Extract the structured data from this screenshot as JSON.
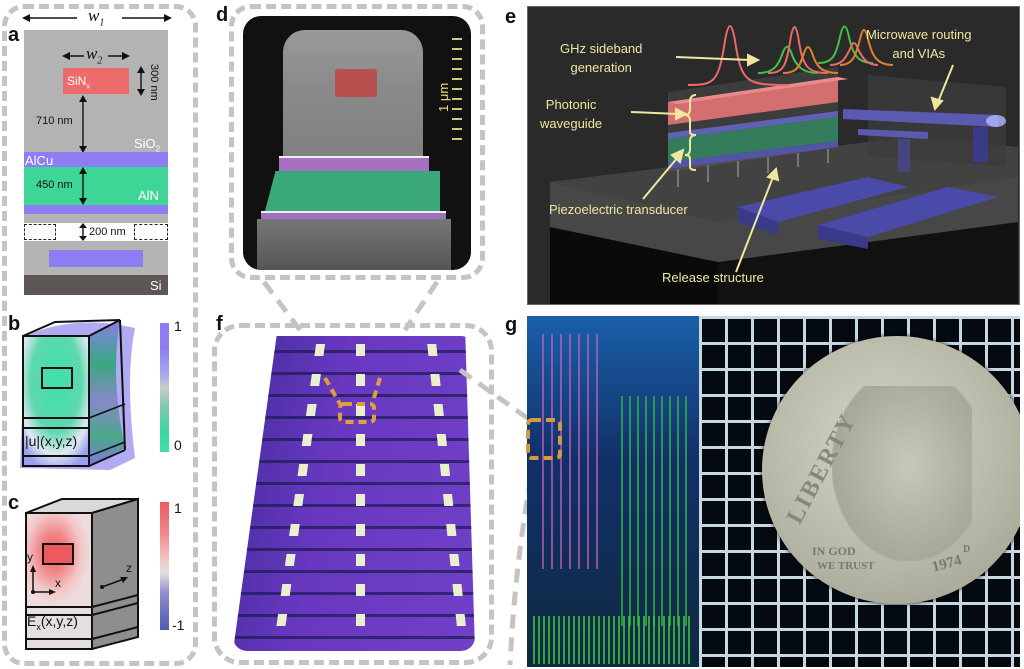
{
  "figure": {
    "panels": {
      "a": {
        "letter": "a",
        "width_outer": "w",
        "width_outer_sub": "1",
        "width_inner": "w",
        "width_inner_sub": "2",
        "layers": {
          "sinx": "SiN",
          "sinx_sub": "x",
          "sio2": "SiO",
          "sio2_sub": "2",
          "alcu": "AlCu",
          "aln": "AlN",
          "si": "Si"
        },
        "dimensions": {
          "waveguide_thickness": "300 nm",
          "waveguide_to_electrode": "710 nm",
          "aln_thickness": "450 nm",
          "release_gap": "200 nm"
        },
        "colors": {
          "sio2": "#b3b3b3",
          "sinx": "#ee6b6b",
          "alcu": "#8c7ef2",
          "aln": "#3ed697",
          "si": "#5e5555"
        }
      },
      "b": {
        "letter": "b",
        "field_label": "|u|(x,y,z)",
        "colorbar": {
          "max": "1",
          "min": "0",
          "top_color": "#8c7ef2",
          "bottom_color": "#3ed6a0"
        }
      },
      "c": {
        "letter": "c",
        "field_label_main": "E",
        "field_label_sub": "x",
        "field_label_args": "(x,y,z)",
        "axes": {
          "x": "x",
          "y": "y",
          "z": "z"
        },
        "colorbar": {
          "max": "1",
          "min": "-1",
          "top_color": "#ec5a5e",
          "bottom_color": "#4a5fb0"
        }
      },
      "d": {
        "letter": "d",
        "scale_bar": "1 μm"
      },
      "e": {
        "letter": "e",
        "labels": {
          "sideband": "GHz sideband",
          "sideband2": "generation",
          "photonic": "Photonic",
          "photonic2": "waveguide",
          "piezo": "Piezoelectric transducer",
          "release": "Release structure",
          "microwave": "Microwave routing",
          "microwave2": "and VIAs"
        },
        "label_color": "#efe7a0"
      },
      "f": {
        "letter": "f"
      },
      "g": {
        "letter": "g",
        "coin_text": {
          "liberty": "LIBERTY",
          "motto1": "IN GOD",
          "motto2": "WE TRUST",
          "year": "1974",
          "mint": "D"
        }
      }
    }
  }
}
